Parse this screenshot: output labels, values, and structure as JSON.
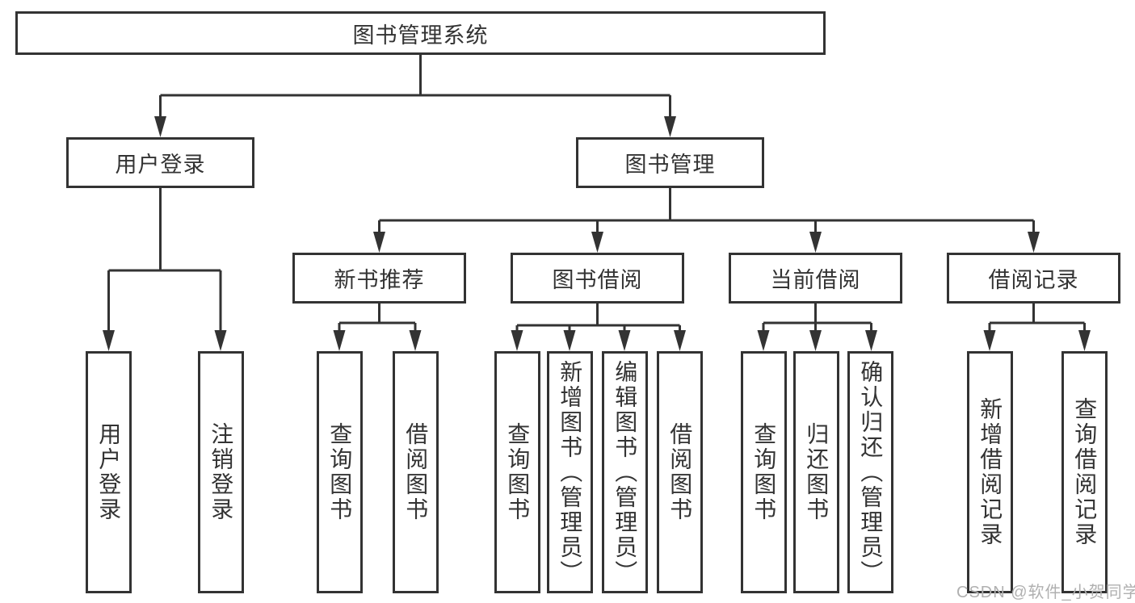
{
  "diagram": {
    "root": {
      "label": "图书管理系统"
    },
    "level2": [
      {
        "label": "用户登录"
      },
      {
        "label": "图书管理"
      }
    ],
    "level3": [
      {
        "label": "新书推荐",
        "parent": "图书管理"
      },
      {
        "label": "图书借阅",
        "parent": "图书管理"
      },
      {
        "label": "当前借阅",
        "parent": "图书管理"
      },
      {
        "label": "借阅记录",
        "parent": "图书管理"
      }
    ],
    "leaves": [
      {
        "label": "用户登录",
        "parent": "用户登录"
      },
      {
        "label": "注销登录",
        "parent": "用户登录"
      },
      {
        "label": "查询图书",
        "parent": "新书推荐"
      },
      {
        "label": "借阅图书",
        "parent": "新书推荐"
      },
      {
        "label": "查询图书",
        "parent": "图书借阅"
      },
      {
        "label": "新增图书（管理员）",
        "parent": "图书借阅"
      },
      {
        "label": "编辑图书（管理员）",
        "parent": "图书借阅"
      },
      {
        "label": "借阅图书",
        "parent": "图书借阅"
      },
      {
        "label": "查询图书",
        "parent": "当前借阅"
      },
      {
        "label": "归还图书",
        "parent": "当前借阅"
      },
      {
        "label": "确认归还（管理员）",
        "parent": "当前借阅"
      },
      {
        "label": "新增借阅记录",
        "parent": "借阅记录"
      },
      {
        "label": "查询借阅记录",
        "parent": "借阅记录"
      }
    ],
    "watermark": "CSDN @软件_小贺同学",
    "colors": {
      "line": "#333333",
      "box_border": "#333333",
      "text": "#333333",
      "background": "#ffffff",
      "watermark": "#b0b0b0"
    }
  }
}
